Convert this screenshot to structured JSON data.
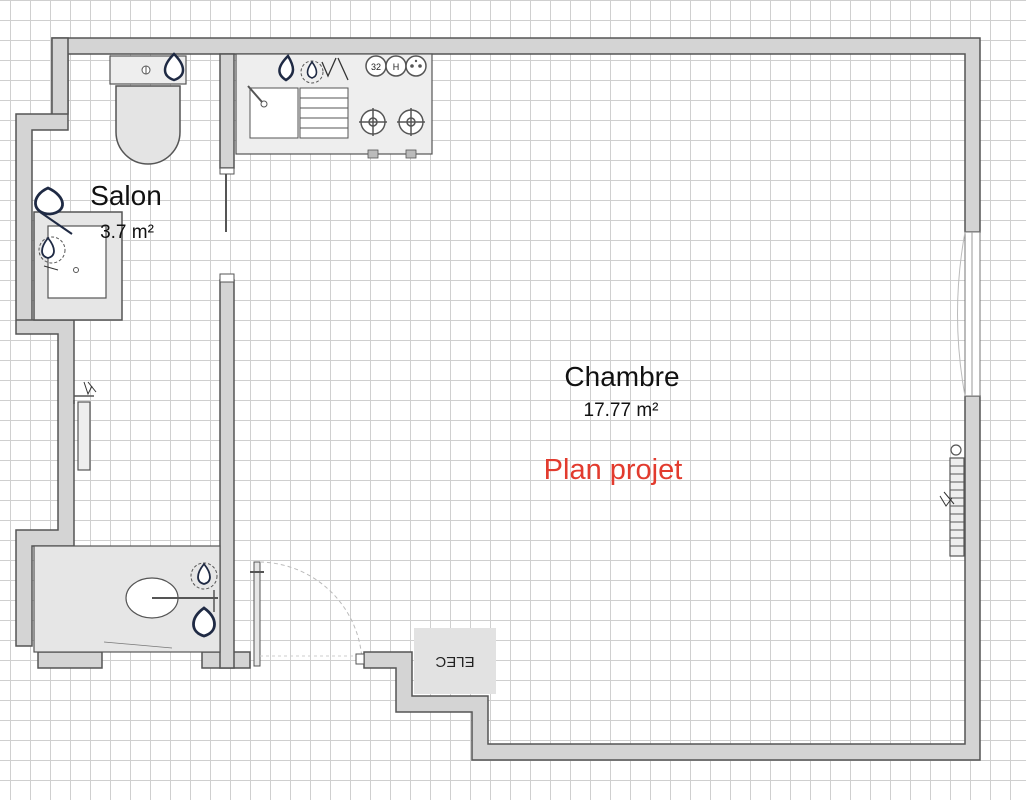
{
  "rooms": [
    {
      "name": "Salon",
      "area": "3.7 m²"
    },
    {
      "name": "Chambre",
      "area": "17.77 m²"
    }
  ],
  "plan_title": "Plan projet",
  "fixtures": {
    "hob_badge_1": "32",
    "hob_badge_2": "H",
    "electrical_panel": "ELEC"
  },
  "colors": {
    "wall_fill": "#d4d4d4",
    "wall_stroke": "#555555",
    "fixture_fill": "#eeeeee",
    "plumbing_icon": "#1f2a44",
    "title_red": "#e23b2e",
    "grid": "#cfcfcf"
  }
}
